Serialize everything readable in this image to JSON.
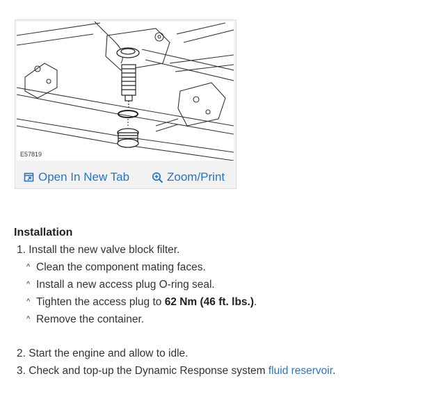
{
  "figure": {
    "id_label": "E57819",
    "open_tab_label": "Open In New Tab",
    "zoom_label": "Zoom/Print",
    "accent_color": "#2a73b8"
  },
  "installation": {
    "heading": "Installation",
    "step1": {
      "number": "1.",
      "text": "Install the new valve block filter.",
      "substeps": {
        "clean": "Clean the component mating faces.",
        "oring": "Install a new access plug O-ring seal.",
        "tighten_prefix": "Tighten the access plug to ",
        "torque": "62 Nm (46 ft. lbs.)",
        "tighten_suffix": ".",
        "remove": "Remove the container."
      }
    },
    "step2": {
      "number": "2.",
      "text": "Start the engine and allow to idle."
    },
    "step3": {
      "number": "3.",
      "text_prefix": "Check and top-up the Dynamic Response system ",
      "link": "fluid reservoir",
      "text_suffix": "."
    }
  }
}
